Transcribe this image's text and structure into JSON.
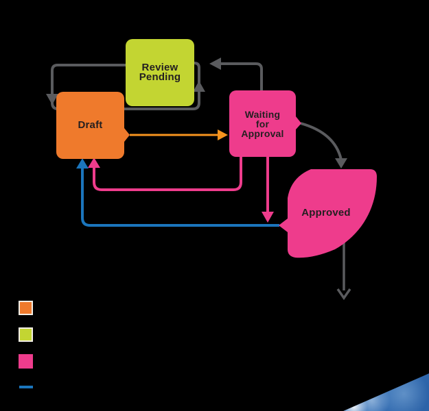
{
  "diagram": {
    "background": "#000000",
    "text_color": "#231f20",
    "nodes": {
      "draft": {
        "label": "Draft",
        "color": "#ef7a2c"
      },
      "review_pending": {
        "label": "Review\nPending",
        "color": "#c3d532"
      },
      "waiting_for_approval": {
        "label": "Waiting\nfor\nApproval",
        "color": "#ee3c8c"
      },
      "approved": {
        "label": "Approved",
        "color": "#ee3c8c"
      }
    },
    "edges": [
      {
        "name": "review-pending-loop",
        "color": "#5a5b5e"
      },
      {
        "name": "waiting-to-review",
        "color": "#5a5b5e"
      },
      {
        "name": "waiting-to-approved",
        "color": "#5a5b5e"
      },
      {
        "name": "approved-exit",
        "color": "#5a5b5e"
      },
      {
        "name": "draft-to-waiting",
        "color": "#f7941e"
      },
      {
        "name": "waiting-to-draft",
        "color": "#ee3c8c"
      },
      {
        "name": "waiting-down",
        "color": "#ee3c8c"
      },
      {
        "name": "approved-to-draft",
        "color": "#1b75bc"
      }
    ]
  },
  "legend": {
    "swatches": [
      {
        "name": "orange-square",
        "color": "#ef7a2c"
      },
      {
        "name": "green-square",
        "color": "#c3d532"
      },
      {
        "name": "pink-square",
        "color": "#ee3c8c"
      },
      {
        "name": "blue-line",
        "color": "#1b75bc"
      }
    ]
  },
  "corner_photo": {
    "dominant_color": "#3a74b8"
  }
}
